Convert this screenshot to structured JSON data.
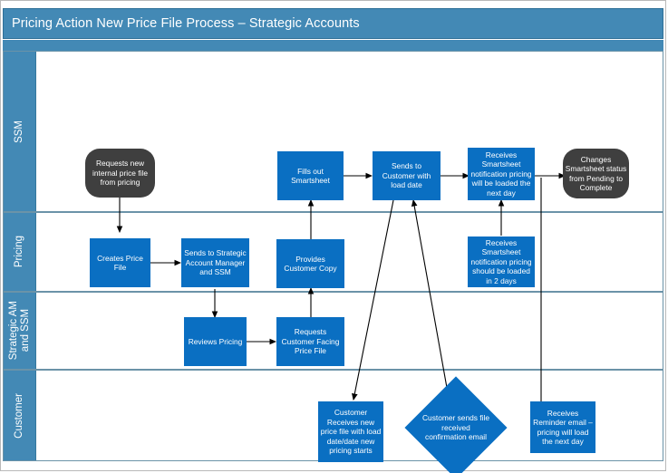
{
  "diagram": {
    "title": "Pricing Action New Price File Process – Strategic Accounts",
    "type": "swimlane-flowchart",
    "colors": {
      "banner": "#4389b5",
      "lane_header": "#4389b5",
      "process_box": "#0a6fc2",
      "terminator": "#3f3f3f",
      "lane_divider": "#6b93a8",
      "connector": "#000000",
      "text_on_shape": "#ffffff"
    },
    "lanes": [
      {
        "id": "ssm",
        "label": "SSM"
      },
      {
        "id": "pricing",
        "label": "Pricing"
      },
      {
        "id": "strategic",
        "label": "Strategic AM\nand SSM"
      },
      {
        "id": "customer",
        "label": "Customer"
      }
    ],
    "nodes": [
      {
        "id": "n1",
        "lane": "ssm",
        "shape": "oval",
        "label": "Requests new internal price file from pricing"
      },
      {
        "id": "n2",
        "lane": "pricing",
        "shape": "rect",
        "label": "Creates Price File"
      },
      {
        "id": "n3",
        "lane": "pricing",
        "shape": "rect",
        "label": "Sends to Strategic Account Manager and SSM"
      },
      {
        "id": "n4",
        "lane": "strategic",
        "shape": "rect",
        "label": "Reviews Pricing"
      },
      {
        "id": "n5",
        "lane": "strategic",
        "shape": "rect",
        "label": "Requests Customer Facing Price File"
      },
      {
        "id": "n6",
        "lane": "pricing",
        "shape": "rect",
        "label": "Provides Customer Copy"
      },
      {
        "id": "n7",
        "lane": "ssm",
        "shape": "rect",
        "label": "Fills out Smartsheet"
      },
      {
        "id": "n8",
        "lane": "ssm",
        "shape": "rect",
        "label": "Sends to Customer with load date"
      },
      {
        "id": "n9",
        "lane": "ssm",
        "shape": "rect",
        "label": "Receives Smartsheet notification pricing will be loaded the next day"
      },
      {
        "id": "n10",
        "lane": "ssm",
        "shape": "oval",
        "label": "Changes Smartsheet status from Pending to Complete"
      },
      {
        "id": "n11",
        "lane": "pricing",
        "shape": "rect",
        "label": "Receives Smartsheet notification pricing should be loaded in 2 days"
      },
      {
        "id": "n12",
        "lane": "customer",
        "shape": "rect",
        "label": "Customer Receives new price file with load date/date new pricing starts"
      },
      {
        "id": "n13",
        "lane": "customer",
        "shape": "diamond",
        "label": "Customer sends file received confirmation email"
      },
      {
        "id": "n14",
        "lane": "customer",
        "shape": "rect",
        "label": "Receives Reminder email – pricing will load the next day"
      }
    ],
    "edges": [
      {
        "from": "n1",
        "to": "n2"
      },
      {
        "from": "n2",
        "to": "n3"
      },
      {
        "from": "n3",
        "to": "n4"
      },
      {
        "from": "n4",
        "to": "n5"
      },
      {
        "from": "n5",
        "to": "n6"
      },
      {
        "from": "n6",
        "to": "n7"
      },
      {
        "from": "n7",
        "to": "n8"
      },
      {
        "from": "n8",
        "to": "n9"
      },
      {
        "from": "n9",
        "to": "n10"
      },
      {
        "from": "n11",
        "to": "n9"
      },
      {
        "from": "n8",
        "to": "n12"
      },
      {
        "from": "n13",
        "to": "n8"
      },
      {
        "from": "n9",
        "to": "n14"
      }
    ]
  }
}
